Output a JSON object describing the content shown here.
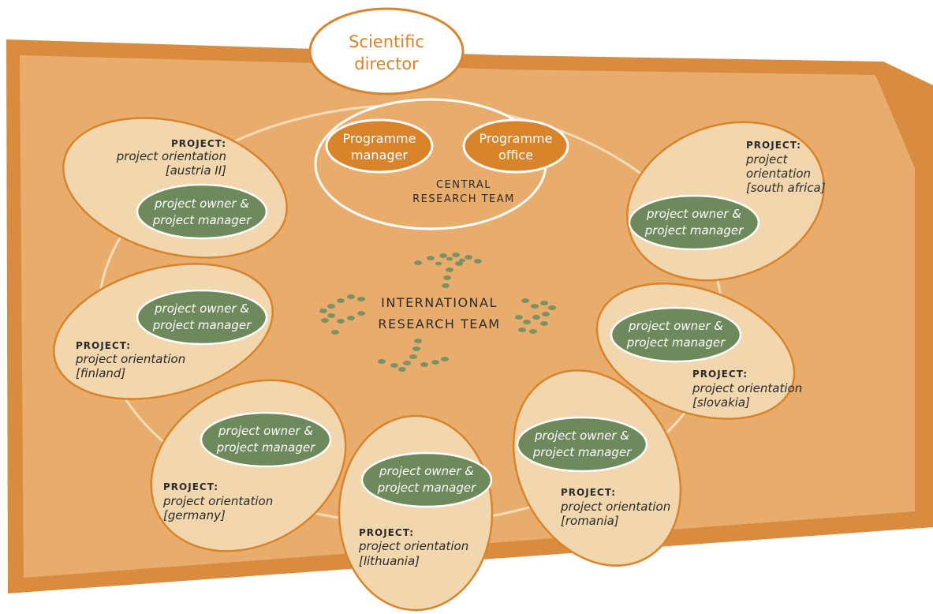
{
  "scientific_director": {
    "line1": "Scientific",
    "line2": "director"
  },
  "central_team": {
    "manager": {
      "line1": "Programme",
      "line2": "manager"
    },
    "office": {
      "line1": "Programme",
      "line2": "office"
    },
    "label_line1": "CENTRAL",
    "label_line2": "RESEARCH TEAM"
  },
  "international_team": {
    "line1": "INTERNATIONAL",
    "line2": "RESEARCH TEAM"
  },
  "owner_label": {
    "line1": "project owner &",
    "line2": "project manager"
  },
  "projects": [
    {
      "id": "austria",
      "head": "PROJECT:",
      "lines": [
        "project orientation",
        "[austria II]"
      ]
    },
    {
      "id": "south-africa",
      "head": "PROJECT:",
      "lines": [
        "project",
        "orientation",
        "[south africa]"
      ]
    },
    {
      "id": "finland",
      "head": "PROJECT:",
      "lines": [
        "project orientation",
        "[finland]"
      ]
    },
    {
      "id": "slovakia",
      "head": "PROJECT:",
      "lines": [
        "project orientation",
        "[slovakia]"
      ]
    },
    {
      "id": "germany",
      "head": "PROJECT:",
      "lines": [
        "project orientation",
        "[germany]"
      ]
    },
    {
      "id": "lithuania",
      "head": "PROJECT:",
      "lines": [
        "project orientation",
        "[lithuania]"
      ]
    },
    {
      "id": "romania",
      "head": "PROJECT:",
      "lines": [
        "project orientation",
        "[romania]"
      ]
    }
  ],
  "colors": {
    "frame_outer": "#d98c3f",
    "frame_inner": "#e8ad6c",
    "project_fill": "#f2d6ad",
    "project_stroke": "#d9832a",
    "owner_fill": "#6e8a5c",
    "programme_fill": "#d9832a",
    "director_text": "#d9832a",
    "dots": "#7d9264"
  }
}
